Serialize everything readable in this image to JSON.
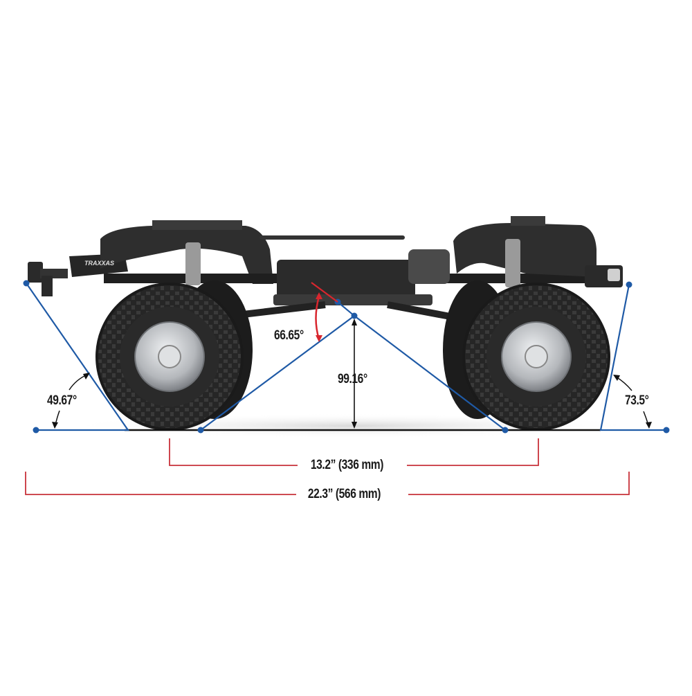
{
  "diagram": {
    "subject": "RC crawler truck chassis side view",
    "brand_mark": "TRAXXAS",
    "colors": {
      "angle_line": "#1f5aa6",
      "breakover_marker": "#d8262e",
      "dimension_line": "#c8323a",
      "text": "#1a1a1a",
      "chassis": "#2b2b2b",
      "tire": "#232323",
      "wheel": "#bfc1c4"
    },
    "angles": {
      "approach": "49.67°",
      "departure": "73.5°",
      "breakover": "99.16°",
      "secondary": "66.65°"
    },
    "dimensions": {
      "wheelbase": "13.2” (336 mm)",
      "overall_length": "22.3” (566 mm)"
    }
  }
}
